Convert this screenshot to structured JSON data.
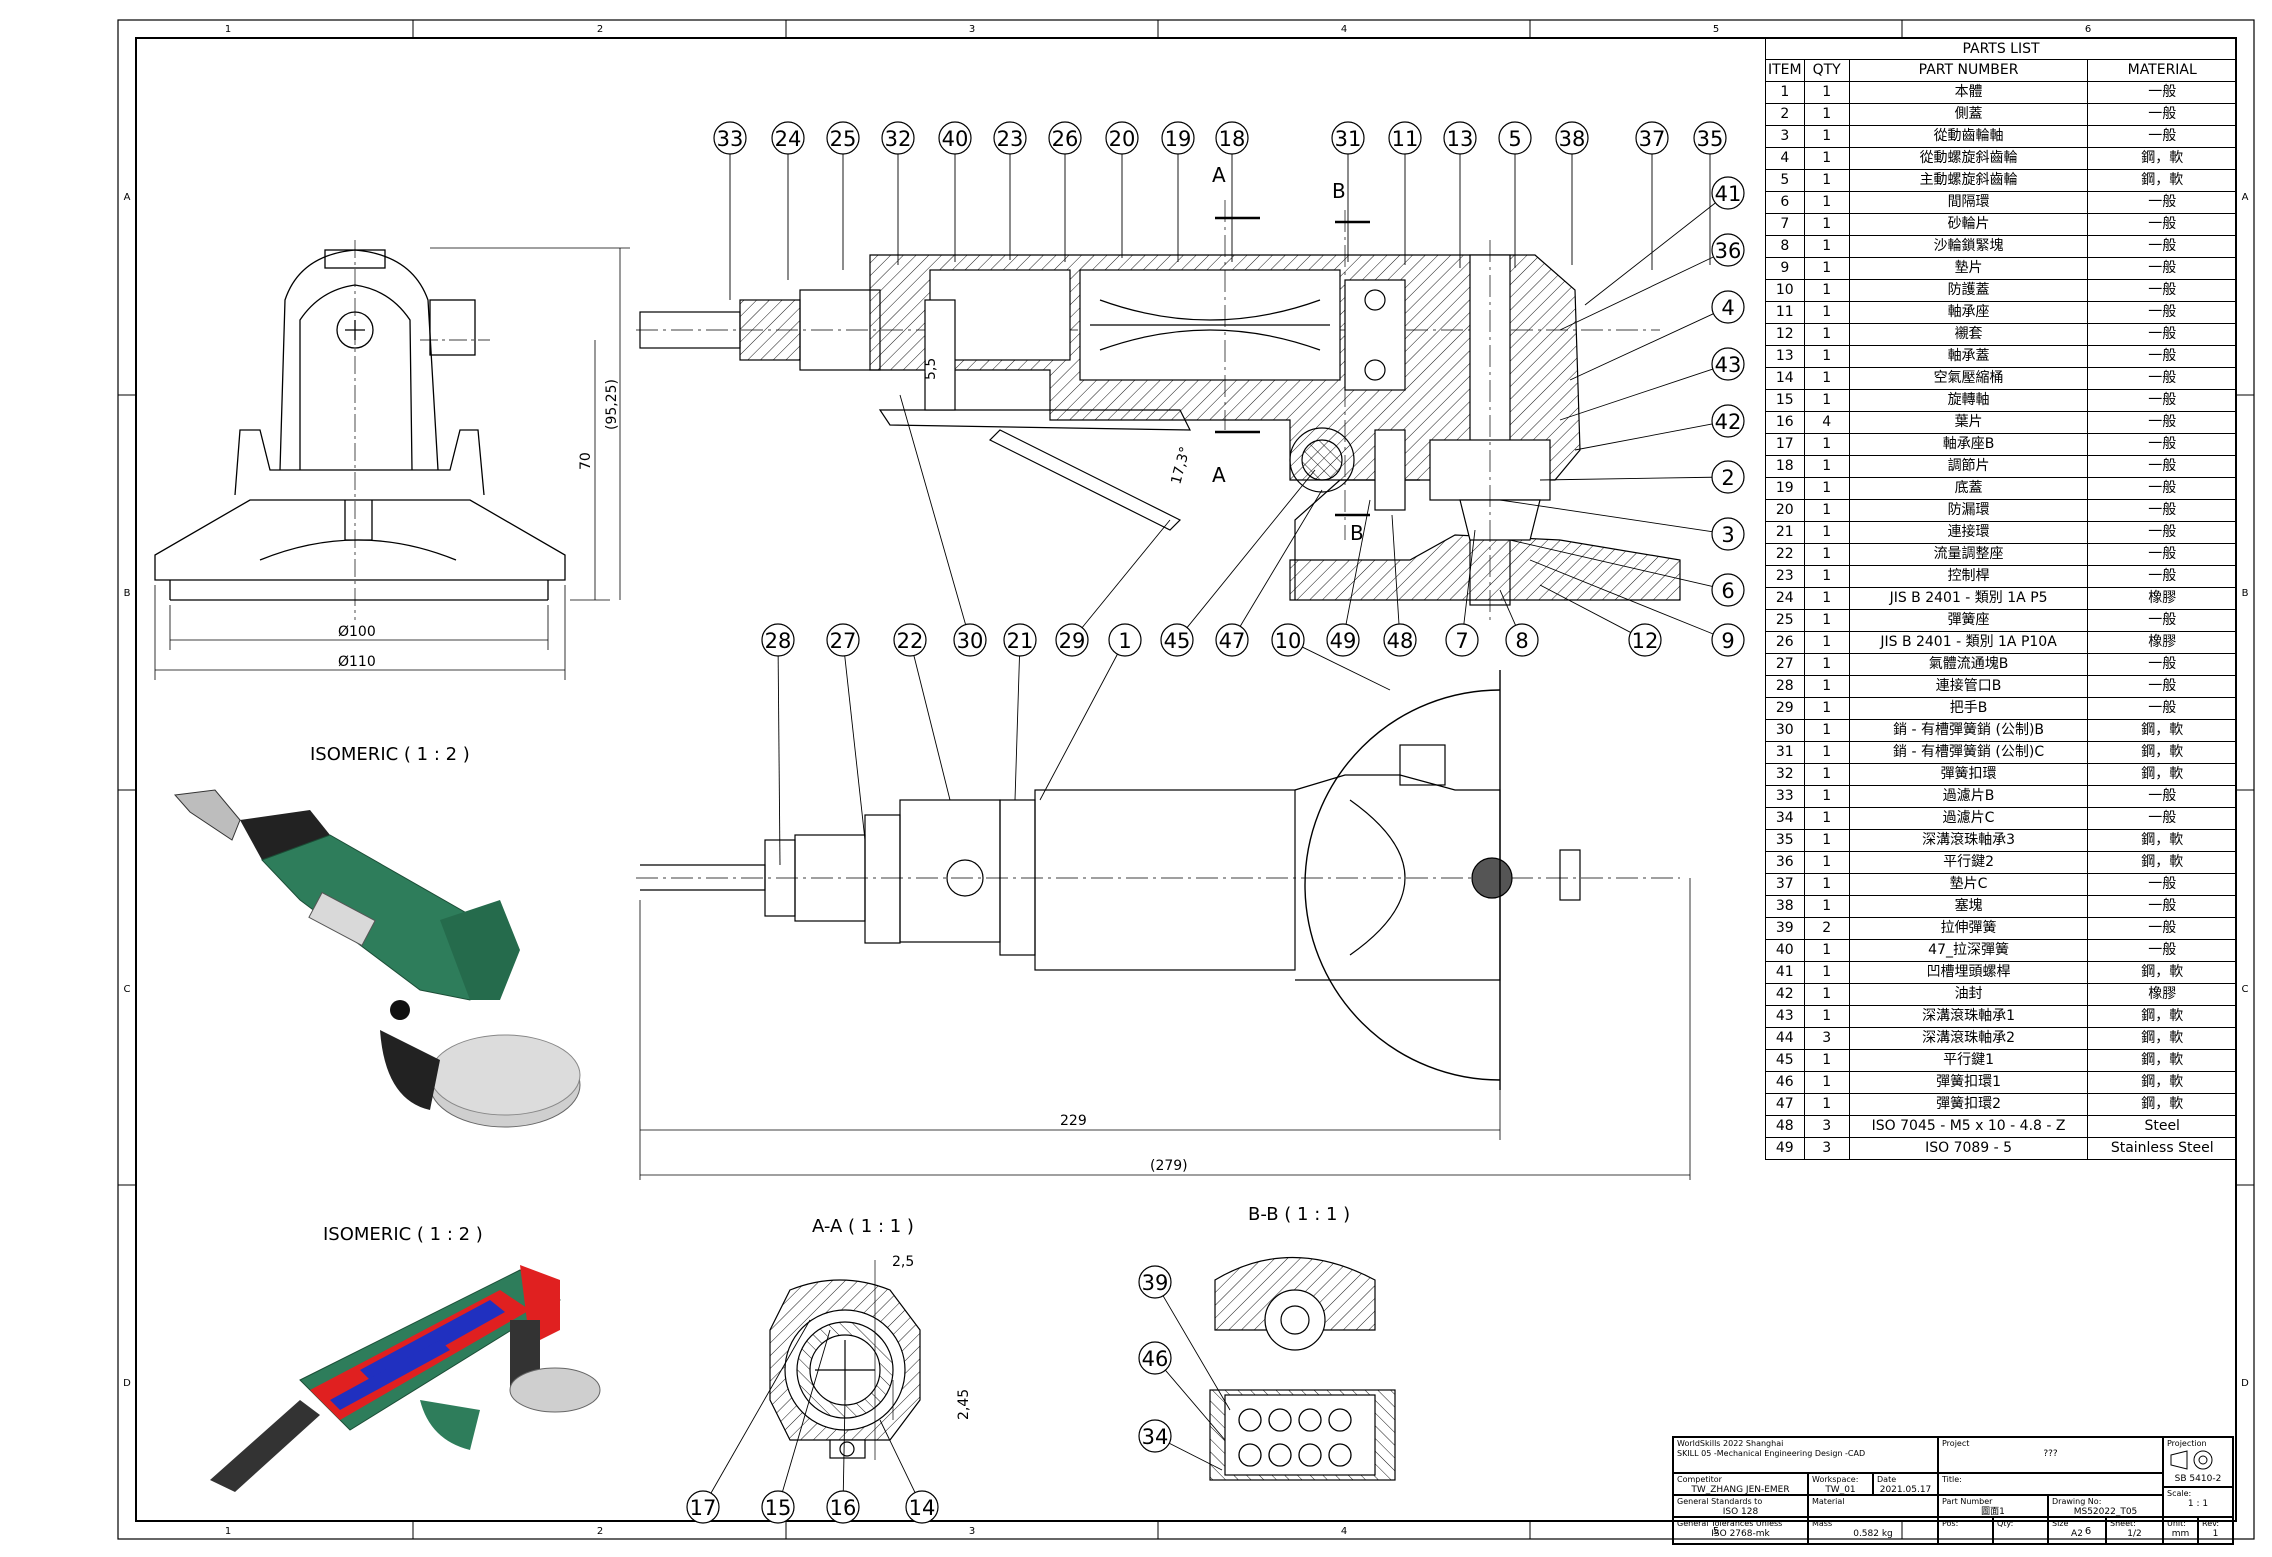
{
  "frame": {
    "col_zones": [
      "1",
      "2",
      "3",
      "4",
      "5",
      "6"
    ],
    "row_zones": [
      "A",
      "B",
      "C",
      "D"
    ]
  },
  "views": {
    "iso_top_label": "ISOMERIC ( 1 : 2 )",
    "iso_bottom_label": "ISOMERIC ( 1 : 2 )",
    "section_aa_label": "A-A ( 1 : 1 )",
    "section_bb_label": "B-B ( 1 : 1 )",
    "cut_a": "A",
    "cut_b": "B"
  },
  "dimensions": {
    "d100": "Ø100",
    "d110": "Ø110",
    "h70": "70",
    "h9525": "(95,25)",
    "l229": "229",
    "l279": "(279)",
    "ang": "17,3°",
    "d55": "5,5",
    "d25": "2,5",
    "d245": "2,45"
  },
  "balloons_top": [
    "33",
    "24",
    "25",
    "32",
    "40",
    "23",
    "26",
    "20",
    "19",
    "18",
    "31",
    "11",
    "13",
    "5",
    "38",
    "37",
    "35"
  ],
  "balloons_right": [
    "41",
    "36",
    "4",
    "43",
    "42",
    "2",
    "3",
    "6",
    "9"
  ],
  "balloons_bottom_row": [
    "30",
    "29",
    "45",
    "47",
    "10",
    "49",
    "48",
    "7",
    "8",
    "12"
  ],
  "balloons_plan": [
    "28",
    "27",
    "22",
    "21",
    "1"
  ],
  "balloons_aa": [
    "17",
    "15",
    "16",
    "14"
  ],
  "balloons_bb": [
    "39",
    "46",
    "34"
  ],
  "parts_list": {
    "title": "PARTS LIST",
    "headers": [
      "ITEM",
      "QTY",
      "PART NUMBER",
      "MATERIAL"
    ],
    "rows": [
      [
        "1",
        "1",
        "本體",
        "一般"
      ],
      [
        "2",
        "1",
        "側蓋",
        "一般"
      ],
      [
        "3",
        "1",
        "從動齒輪軸",
        "一般"
      ],
      [
        "4",
        "1",
        "從動螺旋斜齒輪",
        "鋼，軟"
      ],
      [
        "5",
        "1",
        "主動螺旋斜齒輪",
        "鋼，軟"
      ],
      [
        "6",
        "1",
        "間隔環",
        "一般"
      ],
      [
        "7",
        "1",
        "砂輪片",
        "一般"
      ],
      [
        "8",
        "1",
        "沙輪鎖緊塊",
        "一般"
      ],
      [
        "9",
        "1",
        "墊片",
        "一般"
      ],
      [
        "10",
        "1",
        "防護蓋",
        "一般"
      ],
      [
        "11",
        "1",
        "軸承座",
        "一般"
      ],
      [
        "12",
        "1",
        "襯套",
        "一般"
      ],
      [
        "13",
        "1",
        "軸承蓋",
        "一般"
      ],
      [
        "14",
        "1",
        "空氣壓縮桶",
        "一般"
      ],
      [
        "15",
        "1",
        "旋轉軸",
        "一般"
      ],
      [
        "16",
        "4",
        "葉片",
        "一般"
      ],
      [
        "17",
        "1",
        "軸承座B",
        "一般"
      ],
      [
        "18",
        "1",
        "調節片",
        "一般"
      ],
      [
        "19",
        "1",
        "底蓋",
        "一般"
      ],
      [
        "20",
        "1",
        "防漏環",
        "一般"
      ],
      [
        "21",
        "1",
        "連接環",
        "一般"
      ],
      [
        "22",
        "1",
        "流量調整座",
        "一般"
      ],
      [
        "23",
        "1",
        "控制桿",
        "一般"
      ],
      [
        "24",
        "1",
        "JIS B 2401 - 類別 1A P5",
        "橡膠"
      ],
      [
        "25",
        "1",
        "彈簧座",
        "一般"
      ],
      [
        "26",
        "1",
        "JIS B 2401 - 類別 1A P10A",
        "橡膠"
      ],
      [
        "27",
        "1",
        "氣體流通塊B",
        "一般"
      ],
      [
        "28",
        "1",
        "連接管口B",
        "一般"
      ],
      [
        "29",
        "1",
        "把手B",
        "一般"
      ],
      [
        "30",
        "1",
        "銷 - 有槽彈簧銷 (公制)B",
        "鋼，軟"
      ],
      [
        "31",
        "1",
        "銷 - 有槽彈簧銷 (公制)C",
        "鋼，軟"
      ],
      [
        "32",
        "1",
        "彈簧扣環",
        "鋼，軟"
      ],
      [
        "33",
        "1",
        "過濾片B",
        "一般"
      ],
      [
        "34",
        "1",
        "過濾片C",
        "一般"
      ],
      [
        "35",
        "1",
        "深溝滾珠軸承3",
        "鋼，軟"
      ],
      [
        "36",
        "1",
        "平行鍵2",
        "鋼，軟"
      ],
      [
        "37",
        "1",
        "墊片C",
        "一般"
      ],
      [
        "38",
        "1",
        "塞塊",
        "一般"
      ],
      [
        "39",
        "2",
        "拉伸彈簧",
        "一般"
      ],
      [
        "40",
        "1",
        "47_拉深彈簧",
        "一般"
      ],
      [
        "41",
        "1",
        "凹槽埋頭螺桿",
        "鋼，軟"
      ],
      [
        "42",
        "1",
        "油封",
        "橡膠"
      ],
      [
        "43",
        "1",
        "深溝滾珠軸承1",
        "鋼，軟"
      ],
      [
        "44",
        "3",
        "深溝滾珠軸承2",
        "鋼，軟"
      ],
      [
        "45",
        "1",
        "平行鍵1",
        "鋼，軟"
      ],
      [
        "46",
        "1",
        "彈簧扣環1",
        "鋼，軟"
      ],
      [
        "47",
        "1",
        "彈簧扣環2",
        "鋼，軟"
      ],
      [
        "48",
        "3",
        "ISO 7045 - M5 x 10 - 4.8 - Z",
        "Steel"
      ],
      [
        "49",
        "3",
        "ISO 7089 - 5",
        "Stainless Steel"
      ]
    ]
  },
  "title_block": {
    "event": "WorldSkills 2022 Shanghai\nSKILL 05 -Mechanical Engineering Design -CAD",
    "project_label": "Project",
    "project_value": "???",
    "projection_label": "Projection",
    "competitor_label": "Competitor",
    "competitor_value": "TW_ZHANG JEN-EMER",
    "workspace_label": "Workspace:",
    "workspace_value": "TW_01",
    "date_label": "Date",
    "date_value": "2021.05.17",
    "title_label": "Title:",
    "std_label": "General Standards to",
    "std_value": "ISO 128",
    "material_label": "Material",
    "partno_label": "Part Number",
    "partno_value": "圖面1",
    "drawingno_label": "Drawing No:",
    "drawingno_value": "MS52022_T05",
    "scale_label": "Scale:",
    "scale_value": "1 : 1",
    "tol_label": "General Tolerances Unless",
    "tol_value": "ISO 2768-mk",
    "mass_label": "Mass",
    "mass_value": "0.582 kg",
    "pos_label": "Pos:",
    "qty_label": "Qty:",
    "size_label": "Size",
    "size_value": "A2",
    "sheet_label": "Sheet:",
    "sheet_value": "1/2",
    "unit_label": "Unit:",
    "unit_value": "mm",
    "rev_label": "Rev:",
    "rev_value": "1",
    "standard_code": "SB 5410-2"
  },
  "colors": {
    "ink": "#000000",
    "body_green": "#2e7d5b",
    "section_red": "#e02020",
    "section_blue": "#2030c0",
    "felt": "#cfcfcf"
  }
}
